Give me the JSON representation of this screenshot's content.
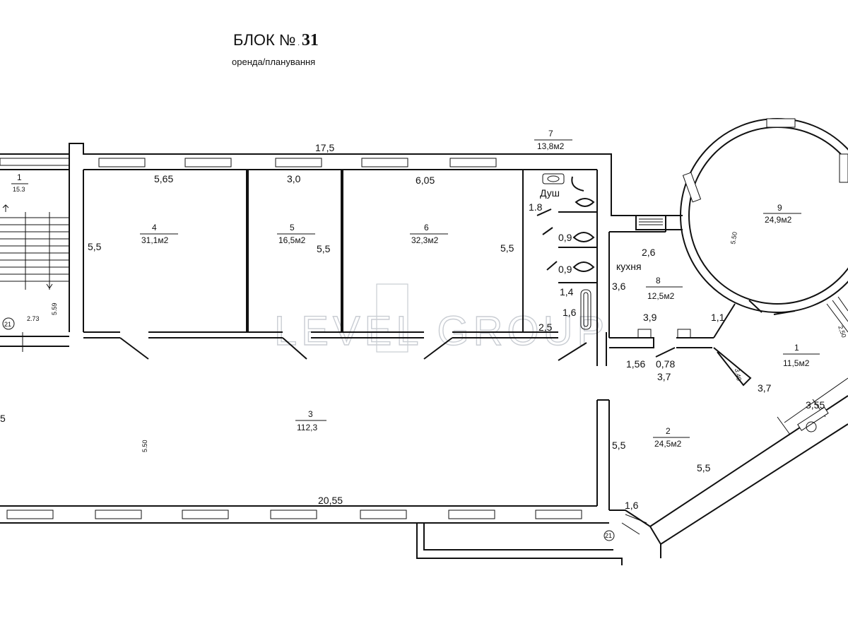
{
  "header": {
    "block_prefix": "БЛОК №",
    "block_number": "31",
    "subtitle": "оренда/планування"
  },
  "watermark": "LEVEL GROUP",
  "rooms": [
    {
      "id": "room-1a",
      "number": "1",
      "area": "15.3"
    },
    {
      "id": "room-4",
      "number": "4",
      "area": "31,1м2"
    },
    {
      "id": "room-5",
      "number": "5",
      "area": "16,5м2"
    },
    {
      "id": "room-6",
      "number": "6",
      "area": "32,3м2"
    },
    {
      "id": "room-7",
      "number": "7",
      "area": "13,8м2"
    },
    {
      "id": "room-9",
      "number": "9",
      "area": "24,9м2"
    },
    {
      "id": "room-8",
      "number": "8",
      "area": "12,5м2"
    },
    {
      "id": "room-1b",
      "number": "1",
      "area": "11,5м2"
    },
    {
      "id": "room-3",
      "number": "3",
      "area": "112,3"
    },
    {
      "id": "room-2",
      "number": "2",
      "area": "24,5м2"
    }
  ],
  "labels": {
    "shower": "Душ",
    "kitchen": "кухня",
    "axis_marker": "21"
  },
  "dimensions": [
    "17,5",
    "5,65",
    "3,0",
    "6,05",
    "5,5",
    "5,5",
    "5,5",
    "1.8",
    "0,9",
    "0,9",
    "2,6",
    "3,6",
    "1,4",
    "1,6",
    "3,9",
    "2,5",
    "1,1",
    "1,56",
    "0,78",
    "3,7",
    "3,7",
    "3,55",
    "5,5",
    "5,5",
    "20,55",
    "1,6",
    "5",
    "2.73",
    "5.59",
    "5.50",
    "5.50",
    "3.40",
    "2,50"
  ]
}
